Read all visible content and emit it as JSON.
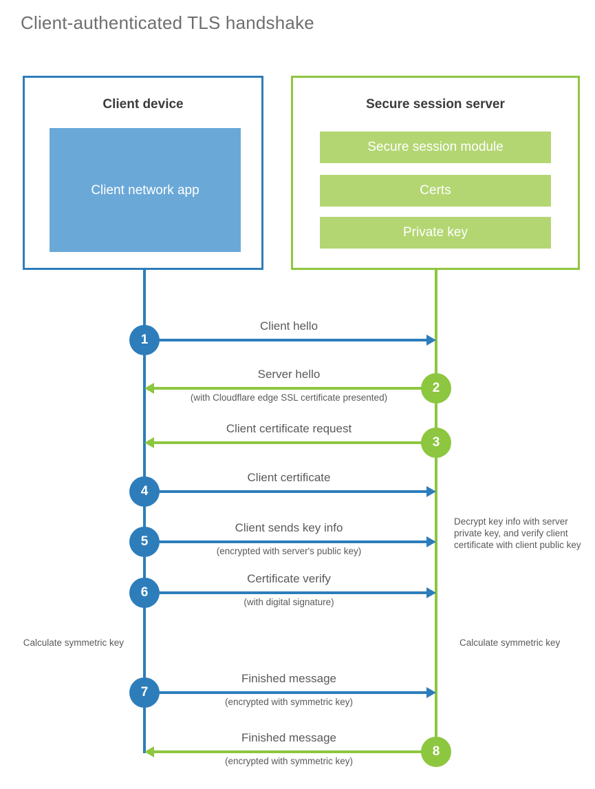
{
  "title": "Client-authenticated TLS handshake",
  "colors": {
    "client_blue": "#2d7dbb",
    "client_app_blue": "#6aa8d8",
    "server_green": "#8dc63f",
    "server_module_green": "#b3d672",
    "text_gray": "#58595b",
    "heading_gray": "#6d6e71"
  },
  "actors": {
    "client": {
      "title": "Client device",
      "component": "Client network app"
    },
    "server": {
      "title": "Secure session server",
      "modules": [
        "Secure session module",
        "Certs",
        "Private key"
      ]
    }
  },
  "steps": [
    {
      "number": "1",
      "label": "Client hello",
      "sublabel": "",
      "direction": "client-to-server",
      "color": "blue"
    },
    {
      "number": "2",
      "label": "Server hello",
      "sublabel": "(with Cloudflare edge SSL certificate presented)",
      "direction": "server-to-client",
      "color": "green"
    },
    {
      "number": "3",
      "label": "Client certificate request",
      "sublabel": "",
      "direction": "server-to-client",
      "color": "green"
    },
    {
      "number": "4",
      "label": "Client certificate",
      "sublabel": "",
      "direction": "client-to-server",
      "color": "blue"
    },
    {
      "number": "5",
      "label": "Client sends key info",
      "sublabel": "(encrypted with server's public key)",
      "direction": "client-to-server",
      "color": "blue"
    },
    {
      "number": "6",
      "label": "Certificate verify",
      "sublabel": "(with digital signature)",
      "direction": "client-to-server",
      "color": "blue"
    },
    {
      "number": "7",
      "label": "Finished message",
      "sublabel": "(encrypted with symmetric key)",
      "direction": "client-to-server",
      "color": "blue"
    },
    {
      "number": "8",
      "label": "Finished message",
      "sublabel": "(encrypted with symmetric key)",
      "direction": "server-to-client",
      "color": "green"
    }
  ],
  "annotations": {
    "server_decrypt": "Decrypt key info with server private key, and verify client certificate with client public key",
    "client_calculate": "Calculate symmetric key",
    "server_calculate": "Calculate symmetric key"
  }
}
